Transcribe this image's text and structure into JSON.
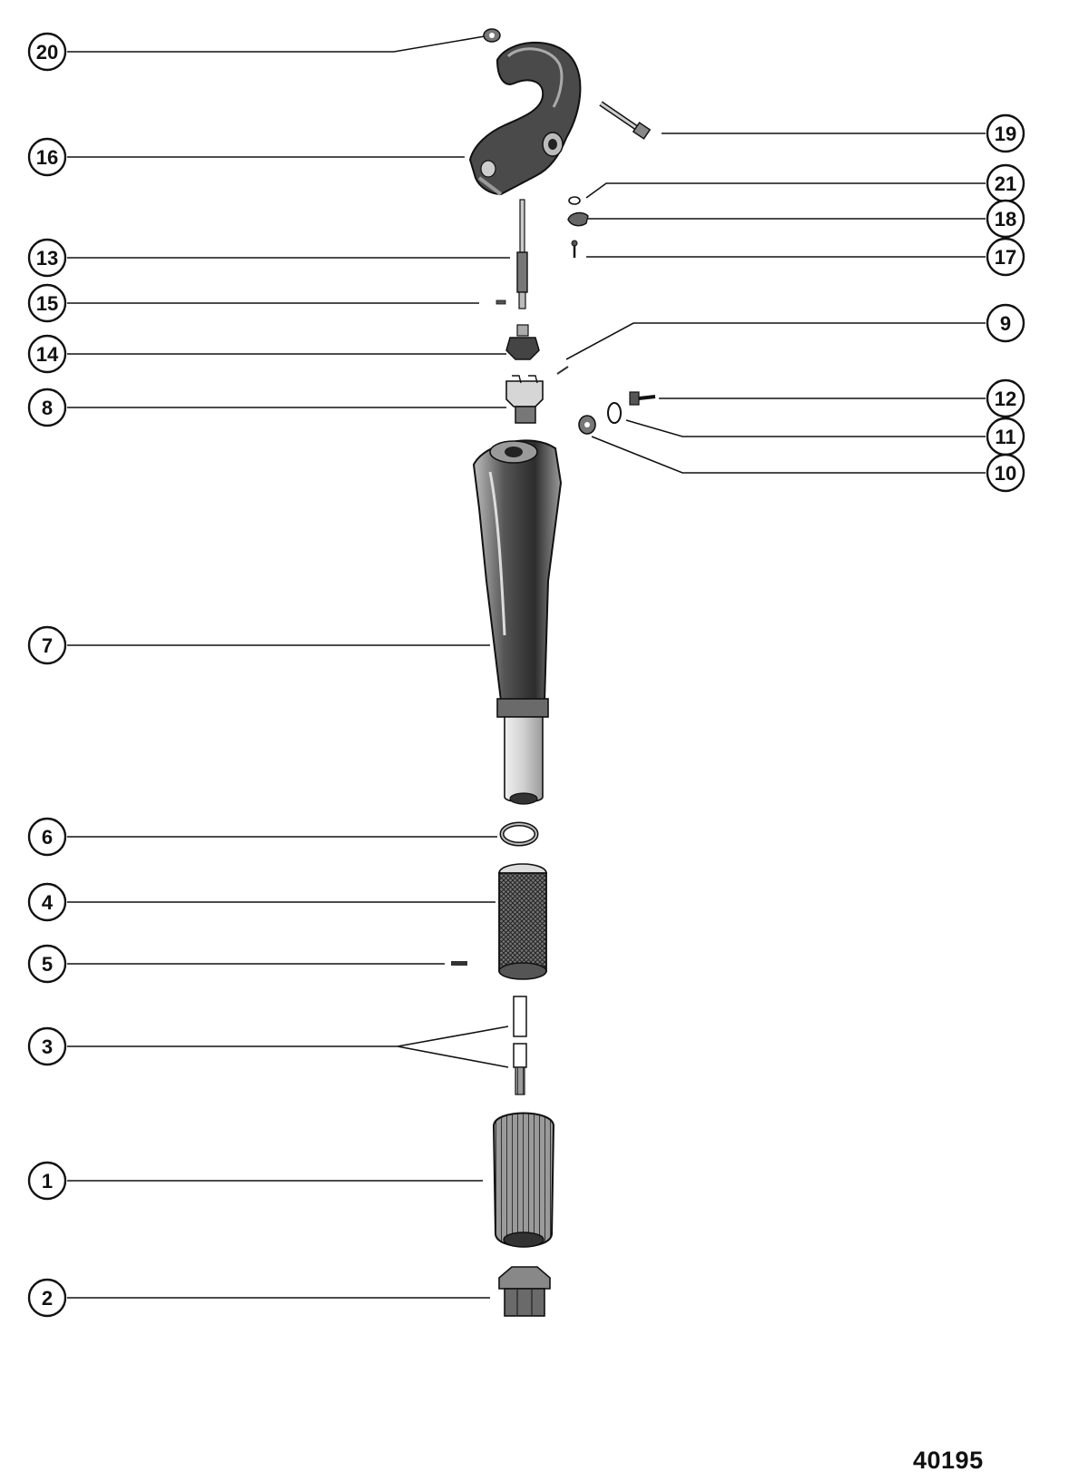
{
  "figure_number": "40195",
  "callouts": [
    {
      "id": "c20",
      "number": "20"
    },
    {
      "id": "c16",
      "number": "16"
    },
    {
      "id": "c13",
      "number": "13"
    },
    {
      "id": "c15",
      "number": "15"
    },
    {
      "id": "c14",
      "number": "14"
    },
    {
      "id": "c8",
      "number": "8"
    },
    {
      "id": "c7",
      "number": "7"
    },
    {
      "id": "c6",
      "number": "6"
    },
    {
      "id": "c4",
      "number": "4"
    },
    {
      "id": "c5",
      "number": "5"
    },
    {
      "id": "c3",
      "number": "3"
    },
    {
      "id": "c1",
      "number": "1"
    },
    {
      "id": "c2",
      "number": "2"
    },
    {
      "id": "c19",
      "number": "19"
    },
    {
      "id": "c21",
      "number": "21"
    },
    {
      "id": "c18",
      "number": "18"
    },
    {
      "id": "c17",
      "number": "17"
    },
    {
      "id": "c9",
      "number": "9"
    },
    {
      "id": "c12",
      "number": "12"
    },
    {
      "id": "c11",
      "number": "11"
    },
    {
      "id": "c10",
      "number": "10"
    }
  ],
  "colors": {
    "ink": "#111111",
    "shade_dark": "#3a3a3a",
    "shade_mid": "#8a8a8a",
    "shade_light": "#d4d4d4"
  }
}
